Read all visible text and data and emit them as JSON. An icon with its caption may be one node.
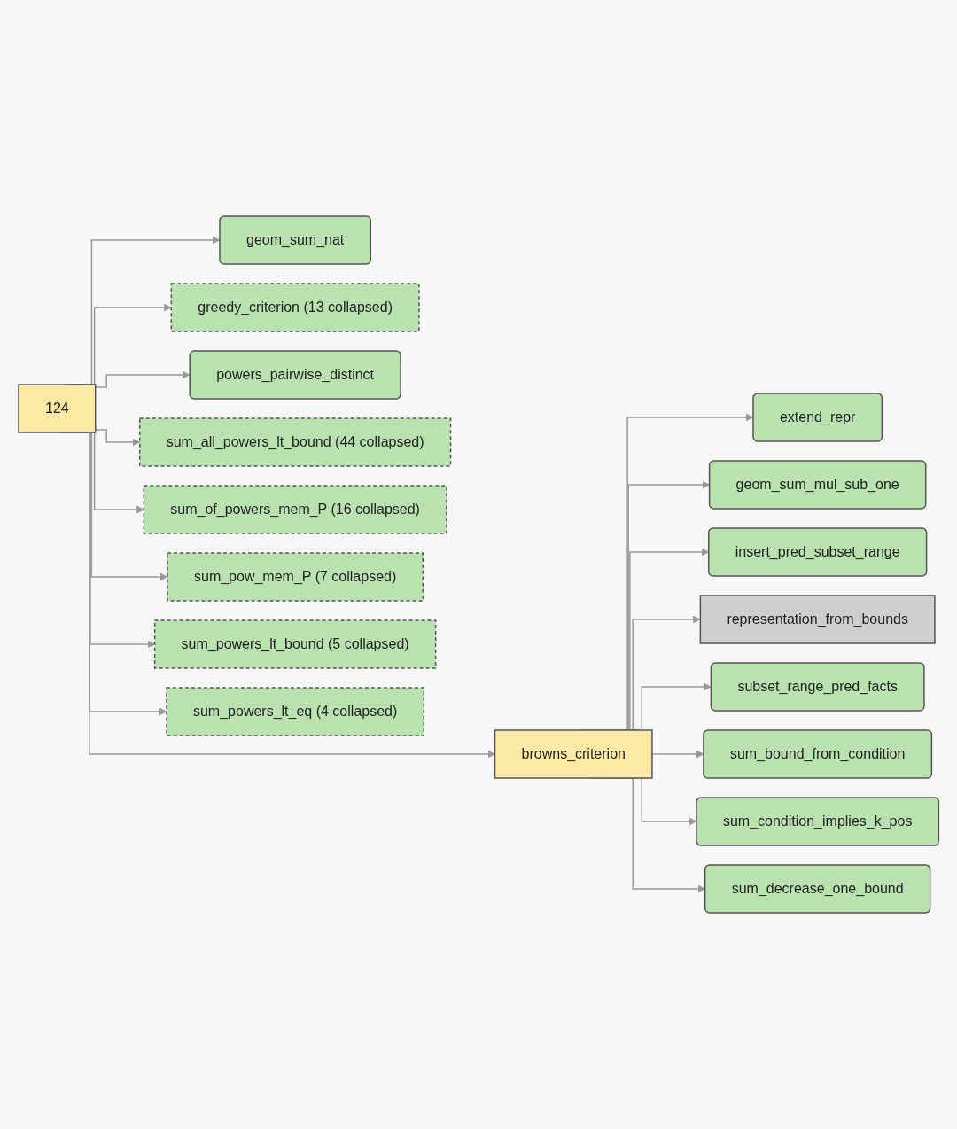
{
  "diagram": {
    "nodes": [
      {
        "text": [
          "124"
        ]
      },
      {
        "text": [
          "browns_criterion"
        ]
      },
      {
        "text": [
          "extend_repr"
        ]
      },
      {
        "text": [
          "geom_sum_mul_sub_one"
        ]
      },
      {
        "text": [
          "insert_pred_subset_range"
        ]
      },
      {
        "text": [
          "representation_from_bounds"
        ]
      },
      {
        "text": [
          "subset_range_pred_facts"
        ]
      },
      {
        "text": [
          "sum_bound_from_condition"
        ]
      },
      {
        "text": [
          "sum_condition_implies_k_pos"
        ]
      },
      {
        "text": [
          "sum_decrease_one_bound"
        ]
      },
      {
        "text": [
          "geom_sum_nat"
        ]
      },
      {
        "text": [
          "greedy_criterion (13 collapsed)"
        ]
      },
      {
        "text": [
          "powers_pairwise_distinct"
        ]
      },
      {
        "text": [
          "sum_all_powers_lt_bound (44 collapsed)"
        ]
      },
      {
        "text": [
          "sum_of_powers_mem_P (16 collapsed)"
        ]
      },
      {
        "text": [
          "sum_pow_mem_P (7 collapsed)"
        ]
      },
      {
        "text": [
          "sum_powers_lt_bound (5 collapsed)"
        ]
      },
      {
        "text": [
          "sum_powers_lt_eq (4 collapsed)"
        ]
      }
    ],
    "edges": [
      {
        "from": 0,
        "to": 1,
        "arrow": "to"
      },
      {
        "from": 1,
        "to": 2,
        "arrow": "to"
      },
      {
        "from": 1,
        "to": 3,
        "arrow": "to"
      },
      {
        "from": 1,
        "to": 4,
        "arrow": "to"
      },
      {
        "from": 1,
        "to": 5,
        "arrow": "to"
      },
      {
        "from": 1,
        "to": 6,
        "arrow": "to"
      },
      {
        "from": 1,
        "to": 7,
        "arrow": "to"
      },
      {
        "from": 1,
        "to": 8,
        "arrow": "to"
      },
      {
        "from": 1,
        "to": 9,
        "arrow": "to"
      },
      {
        "from": 0,
        "to": 10,
        "arrow": "to"
      },
      {
        "from": 0,
        "to": 11,
        "arrow": "to"
      },
      {
        "from": 0,
        "to": 12,
        "arrow": "to"
      },
      {
        "from": 0,
        "to": 13,
        "arrow": "to"
      },
      {
        "from": 0,
        "to": 14,
        "arrow": "to"
      },
      {
        "from": 0,
        "to": 15,
        "arrow": "to"
      },
      {
        "from": 0,
        "to": 16,
        "arrow": "to"
      },
      {
        "from": 0,
        "to": 17,
        "arrow": "to"
      }
    ]
  }
}
